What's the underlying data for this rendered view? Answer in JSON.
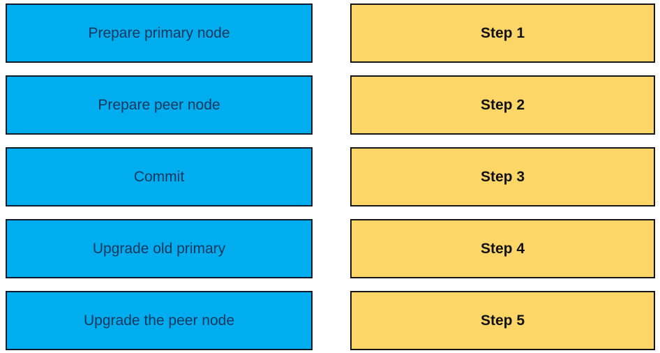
{
  "colors": {
    "task_fill": "#00AEEF",
    "task_border": "#0D1B2A",
    "task_text": "#17365D",
    "step_fill": "#FCD767",
    "step_border": "#151515",
    "step_text": "#111111",
    "page_bg": "#FFFFFF"
  },
  "rows": [
    {
      "task": "Prepare primary node",
      "step": "Step 1"
    },
    {
      "task": "Prepare peer node",
      "step": "Step 2"
    },
    {
      "task": "Commit",
      "step": "Step 3"
    },
    {
      "task": "Upgrade old primary",
      "step": "Step 4"
    },
    {
      "task": "Upgrade the peer node",
      "step": "Step 5"
    }
  ]
}
